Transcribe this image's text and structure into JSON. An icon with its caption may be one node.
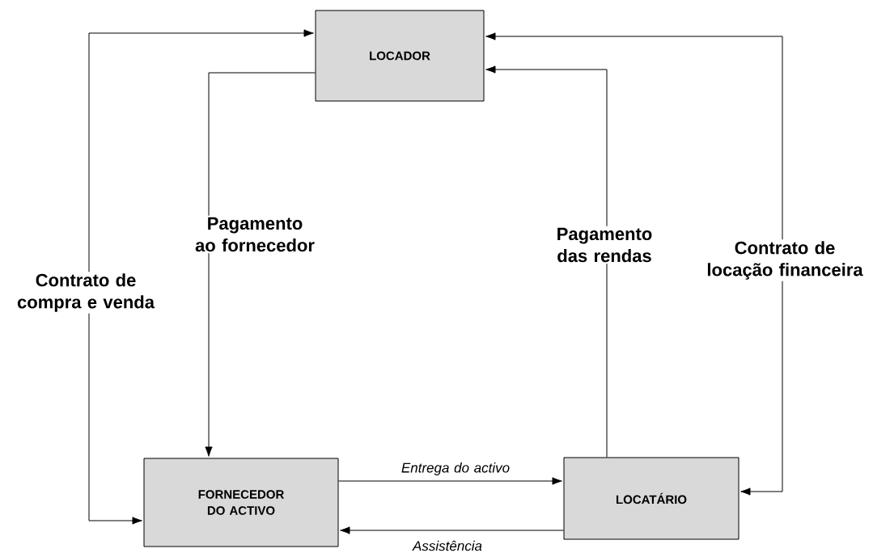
{
  "diagram": {
    "nodes": [
      {
        "text": [
          "LOCADOR"
        ]
      },
      {
        "text": [
          "FORNECEDOR DO ACTIVO"
        ]
      },
      {
        "text": [
          "LOCATÁRIO"
        ]
      }
    ],
    "edges": [
      {
        "from": 1,
        "to": 0,
        "arrow": "both",
        "label": "Contrato de compra e venda"
      },
      {
        "from": 0,
        "to": 1,
        "arrow": "to",
        "label": "Pagamento ao fornecedor"
      },
      {
        "from": 1,
        "to": 2,
        "arrow": "to",
        "label": "Entrega do activo"
      },
      {
        "from": 2,
        "to": 1,
        "arrow": "to",
        "label": "Assistência"
      },
      {
        "from": 2,
        "to": 0,
        "arrow": "to",
        "label": "Pagamento das rendas"
      },
      {
        "from": 0,
        "to": 2,
        "arrow": "both",
        "label": "Contrato de locação financeira"
      }
    ]
  }
}
